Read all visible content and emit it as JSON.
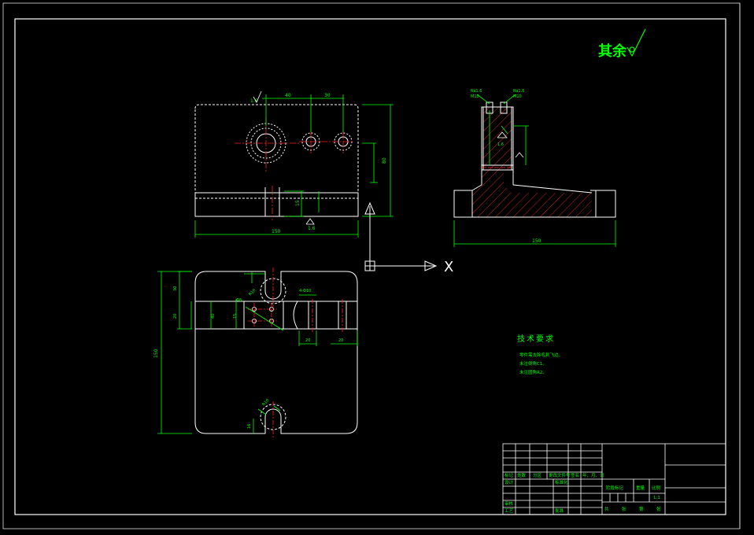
{
  "colors": {
    "background": "#000000",
    "outline": "#ffffff",
    "dimension": "#00ff00",
    "centerline": "#ff2020",
    "hatch": "#ff3030",
    "ucs": "#ffffff"
  },
  "surface_note": {
    "text": "其余",
    "icon": "surface-roughness-symbol"
  },
  "front_view": {
    "dim_overall_width": "150",
    "dim_height": "80",
    "dim_hole_spacing_1": "40",
    "dim_hole_spacing_2": "30",
    "dim_slot": "15",
    "finish_top": "1.6",
    "finish_bottom": "1.6"
  },
  "side_view": {
    "dim_width": "150",
    "finish_mark": "1.6",
    "label_left_top": "Ra1.6",
    "label_left_bottom": "M10",
    "label_right_top": "Ra1.6",
    "label_right_bottom": "M10"
  },
  "top_view": {
    "dim_total_height": "150",
    "dim_a": "30",
    "dim_b": "20",
    "dim_c": "40",
    "dim_d": "15",
    "dim_e": "4-Φ10",
    "dim_f": "20",
    "dim_g": "20",
    "dim_r": "R10",
    "dim_r2": "R10",
    "dim_small": "16",
    "dim_hole": "Φ8"
  },
  "ucs": {
    "x_label": "X"
  },
  "tech_requirements": {
    "title": "技术要求",
    "lines": [
      "零件需去除毛刺飞边。",
      "未注倒角C1。",
      "未注圆角R2。"
    ]
  },
  "title_block": {
    "row_labels": [
      "标记",
      "处数",
      "分区",
      "更改文件号",
      "签名",
      "年、月、日"
    ],
    "roles": [
      "设计",
      "标准化",
      "审核",
      "工艺",
      "批准"
    ],
    "stage_label": "阶段标记",
    "weight_label": "重量",
    "scale_label": "比例",
    "scale_value": "1:1",
    "sheet_total": "共",
    "sheet_total_unit": "张",
    "sheet_no": "第",
    "sheet_no_unit": "张"
  }
}
